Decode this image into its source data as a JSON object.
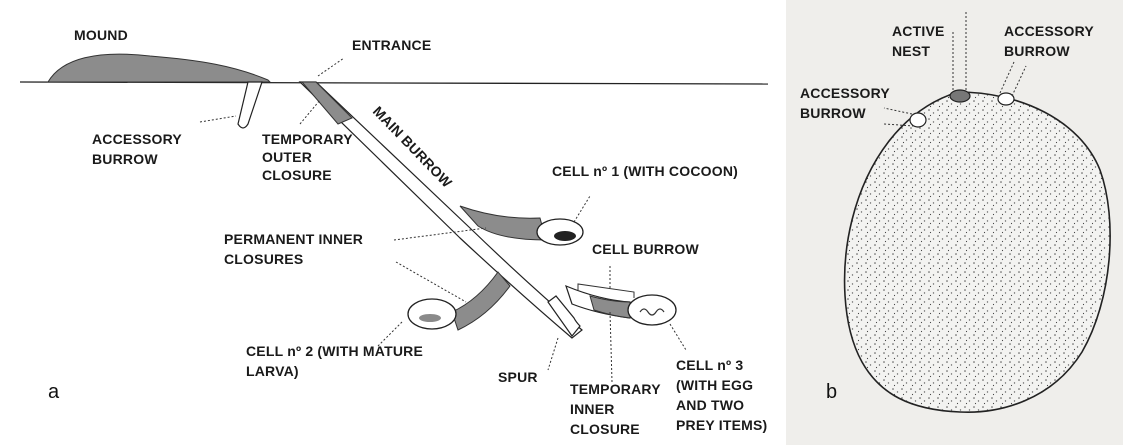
{
  "panel_a": {
    "letter": "a",
    "labels": {
      "mound": "MOUND",
      "entrance": "ENTRANCE",
      "accessory_burrow_line1": "ACCESSORY",
      "accessory_burrow_line2": "BURROW",
      "temp_outer_1": "TEMPORARY",
      "temp_outer_2": "OUTER",
      "temp_outer_3": "CLOSURE",
      "main_burrow": "MAIN BURROW",
      "cell1": "CELL nº 1 (WITH COCOON)",
      "perm_inner_1": "PERMANENT INNER",
      "perm_inner_2": "CLOSURES",
      "cell_burrow": "CELL BURROW",
      "cell2_1": "CELL nº 2 (WITH MATURE",
      "cell2_2": "LARVA)",
      "spur": "SPUR",
      "temp_inner_1": "TEMPORARY",
      "temp_inner_2": "INNER",
      "temp_inner_3": "CLOSURE",
      "cell3_1": "CELL nº 3",
      "cell3_2": "(WITH EGG",
      "cell3_3": "AND TWO",
      "cell3_4": "PREY ITEMS)"
    }
  },
  "panel_b": {
    "letter": "b",
    "labels": {
      "active_1": "ACTIVE",
      "active_2": "NEST",
      "acc_right_1": "ACCESSORY",
      "acc_right_2": "BURROW",
      "acc_left_1": "ACCESSORY",
      "acc_left_2": "BURROW"
    }
  }
}
